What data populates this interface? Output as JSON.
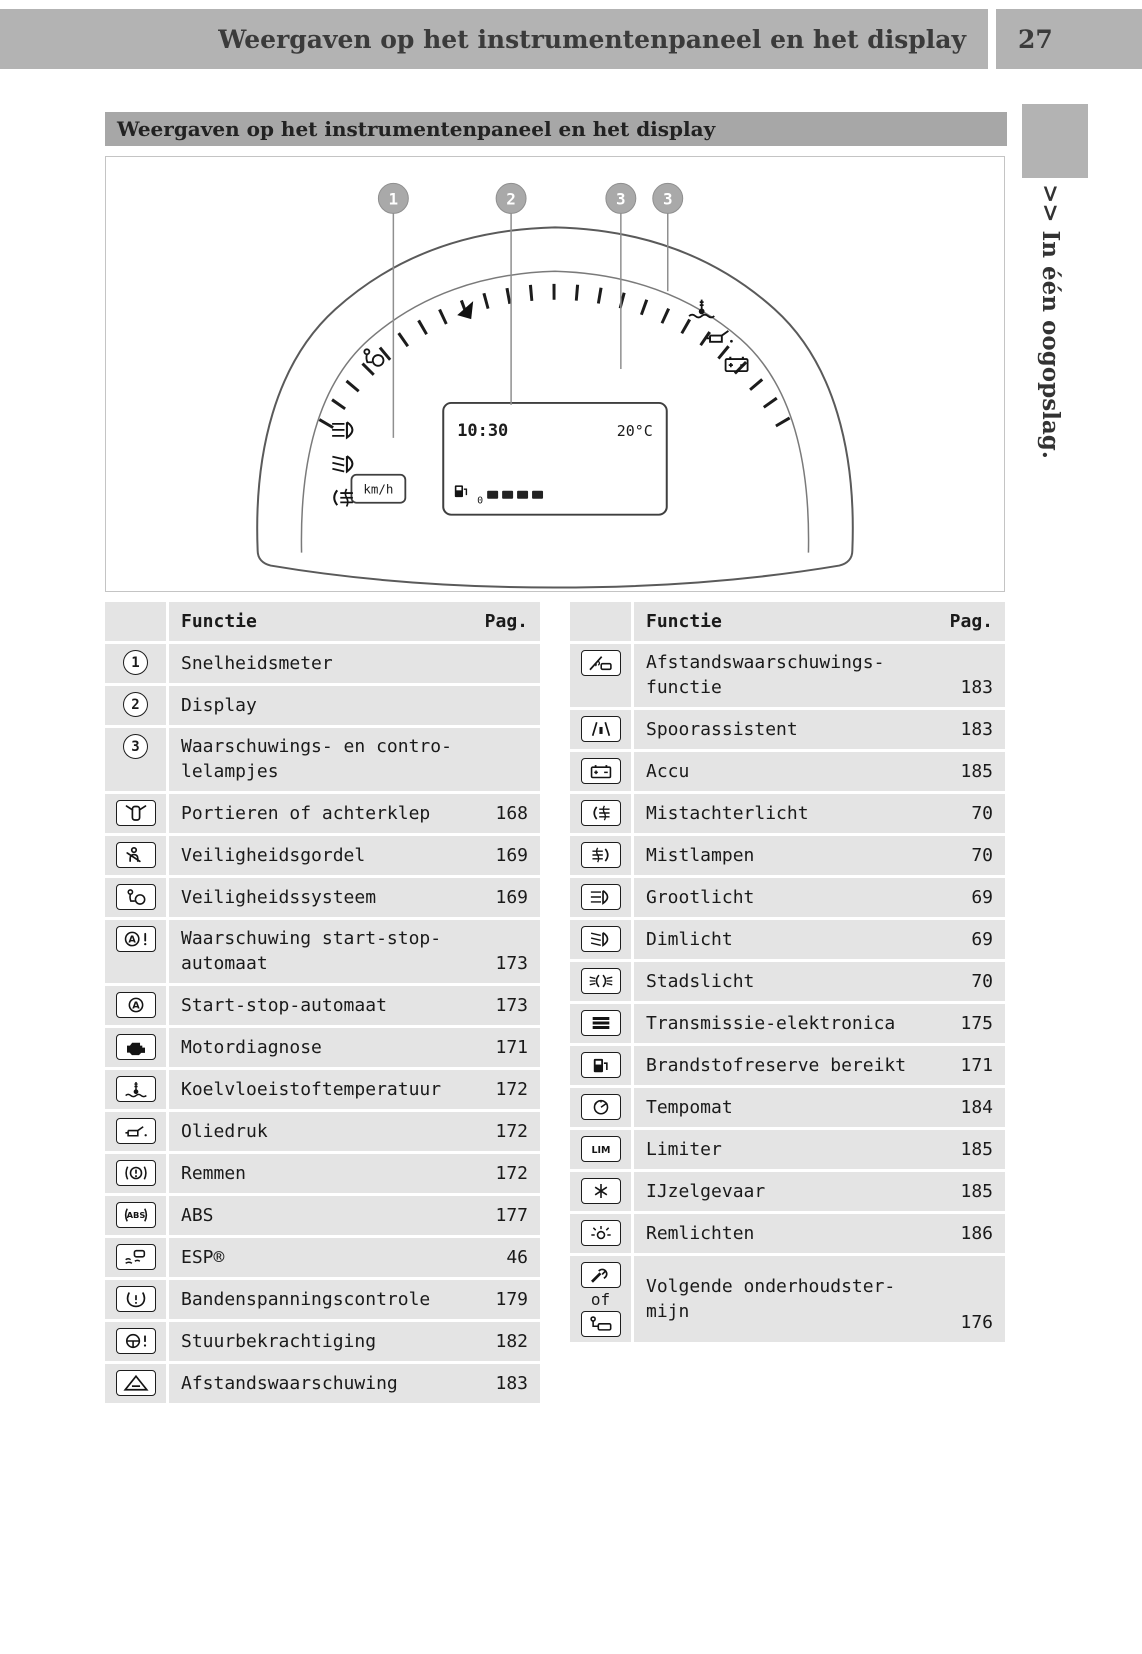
{
  "page": {
    "header_title": "Weergaven op het instrumentenpaneel en het display",
    "page_number": "27",
    "section_title": "Weergaven op het instrumentenpaneel en het display",
    "side_tab_label": ">> In één oogopslag."
  },
  "diagram": {
    "callouts": [
      "1",
      "2",
      "3",
      "3"
    ],
    "display_time": "10:30",
    "display_temp": "20°C",
    "speed_unit": "km/h",
    "fuel_zero": "0"
  },
  "colors": {
    "header_bar": "#b3b3b3",
    "section_bar": "#a7a7a7",
    "row_background": "#e4e4e4",
    "callout_circle": "#a9a9a9",
    "text": "#1a1a1a"
  },
  "tables": {
    "left": {
      "header": {
        "function": "Functie",
        "page": "Pag."
      },
      "rows": [
        {
          "num": "1",
          "label": "Snelheidsmeter",
          "page": ""
        },
        {
          "num": "2",
          "label": "Display",
          "page": ""
        },
        {
          "num": "3",
          "label": "Waarschuwings- en contro-lelampjes",
          "page": ""
        },
        {
          "icon": "#sym-door",
          "icon_name": "door-ajar-icon",
          "label": "Portieren of achterklep",
          "page": "168"
        },
        {
          "icon": "#sym-seatbelt",
          "icon_name": "seatbelt-icon",
          "label": "Veiligheidsgordel",
          "page": "169"
        },
        {
          "icon": "#sym-airbag",
          "icon_name": "airbag-icon",
          "label": "Veiligheidssysteem",
          "page": "169"
        },
        {
          "icon": "#sym-startstop-warn",
          "icon_name": "start-stop-warning-icon",
          "label": "Waarschuwing start-stop-automaat",
          "page": "173"
        },
        {
          "icon": "#sym-startstop",
          "icon_name": "start-stop-icon",
          "label": "Start-stop-automaat",
          "page": "173"
        },
        {
          "icon": "#sym-engine",
          "icon_name": "engine-diagnosis-icon",
          "label": "Motordiagnose",
          "page": "171"
        },
        {
          "icon": "#sym-coolant",
          "icon_name": "coolant-temperature-icon",
          "label": "Koelvloeistoftemperatuur",
          "page": "172"
        },
        {
          "icon": "#sym-oil",
          "icon_name": "oil-pressure-icon",
          "label": "Oliedruk",
          "page": "172"
        },
        {
          "icon": "#sym-brake",
          "icon_name": "brake-warning-icon",
          "label": "Remmen",
          "page": "172"
        },
        {
          "icon": "#sym-abs",
          "icon_name": "abs-icon",
          "label": "ABS",
          "page": "177"
        },
        {
          "icon": "#sym-esp",
          "icon_name": "esp-icon",
          "label": "ESP®",
          "page": "46"
        },
        {
          "icon": "#sym-tpms",
          "icon_name": "tire-pressure-icon",
          "label": "Bandenspanningscontrole",
          "page": "179"
        },
        {
          "icon": "#sym-steering",
          "icon_name": "power-steering-icon",
          "label": "Stuurbekrachtiging",
          "page": "182"
        },
        {
          "icon": "#sym-warning-triangle",
          "icon_name": "distance-warning-icon",
          "label": "Afstandswaarschuwing",
          "page": "183"
        }
      ]
    },
    "right": {
      "header": {
        "function": "Functie",
        "page": "Pag."
      },
      "rows": [
        {
          "icon": "#sym-distance-func",
          "icon_name": "distance-warning-function-icon",
          "label": "Afstandswaarschuwings-functie",
          "page": "183"
        },
        {
          "icon": "#sym-lane",
          "icon_name": "lane-assist-icon",
          "label": "Spoorassistent",
          "page": "183"
        },
        {
          "icon": "#sym-battery",
          "icon_name": "battery-icon",
          "label": "Accu",
          "page": "185"
        },
        {
          "icon": "#sym-rearfog",
          "icon_name": "rear-fog-light-icon",
          "label": "Mistachterlicht",
          "page": "70"
        },
        {
          "icon": "#sym-frontfog",
          "icon_name": "fog-lights-icon",
          "label": "Mistlampen",
          "page": "70"
        },
        {
          "icon": "#sym-highbeam",
          "icon_name": "high-beam-icon",
          "label": "Grootlicht",
          "page": "69"
        },
        {
          "icon": "#sym-lowbeam",
          "icon_name": "low-beam-icon",
          "label": "Dimlicht",
          "page": "69"
        },
        {
          "icon": "#sym-position",
          "icon_name": "parking-lights-icon",
          "label": "Stadslicht",
          "page": "70"
        },
        {
          "icon": "#sym-transmission",
          "icon_name": "transmission-electronics-icon",
          "label": "Transmissie-elektronica",
          "page": "175"
        },
        {
          "icon": "#sym-fuel",
          "icon_name": "fuel-reserve-icon",
          "label": "Brandstofreserve bereikt",
          "page": "171"
        },
        {
          "icon": "#sym-cruise",
          "icon_name": "cruise-control-icon",
          "label": "Tempomat",
          "page": "184"
        },
        {
          "icon": "#sym-lim",
          "icon_name": "limiter-icon",
          "label": "Limiter",
          "page": "185"
        },
        {
          "icon": "#sym-snow",
          "icon_name": "ice-warning-icon",
          "label": "IJzelgevaar",
          "page": "185"
        },
        {
          "icon": "#sym-brakelight",
          "icon_name": "brake-lights-icon",
          "label": "Remlichten",
          "page": "186"
        },
        {
          "icon": "#sym-wrench",
          "icon_name": "service-wrench-icon",
          "of_label": "of",
          "icon2": "#sym-service2",
          "icon2_name": "service-due-icon",
          "label": "Volgende onderhoudster-mijn",
          "page": "176"
        }
      ]
    }
  }
}
